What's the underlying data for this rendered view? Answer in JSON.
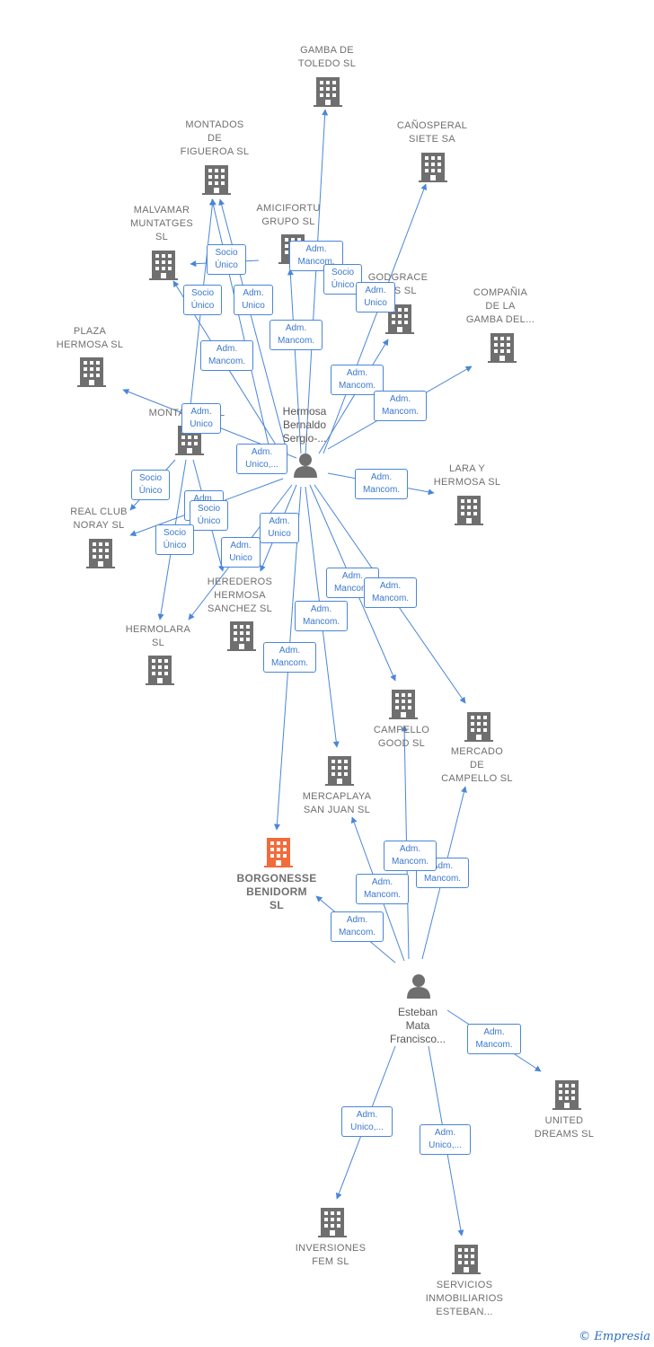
{
  "colors": {
    "edge": "#4a86d8",
    "building": "#6f6f6f",
    "main_building": "#f26b3a",
    "person": "#6f6f6f"
  },
  "companies": [
    {
      "id": "gamba_toledo",
      "label": "GAMBA DE\nTOLEDO SL"
    },
    {
      "id": "montados",
      "label": "MONTADOS\nDE\nFIGUEROA SL"
    },
    {
      "id": "canosperal",
      "label": "CAÑOSPERAL\nSIETE SA"
    },
    {
      "id": "malvamar",
      "label": "MALVAMAR\nMUNTATGES\nSL"
    },
    {
      "id": "amicifortu",
      "label": "AMICIFORTU\nGRUPO  SL"
    },
    {
      "id": "godgrace",
      "label": "GODGRACE\nGAS  SL"
    },
    {
      "id": "compania",
      "label": "COMPAÑIA\nDE LA\nGAMBA DEL..."
    },
    {
      "id": "plaza",
      "label": "PLAZA\nHERMOSA SL"
    },
    {
      "id": "montapr",
      "label": "MONTAPR    S SL"
    },
    {
      "id": "lara",
      "label": "LARA Y\nHERMOSA SL"
    },
    {
      "id": "realclub",
      "label": "REAL CLUB\nNORAY  SL"
    },
    {
      "id": "herederos",
      "label": "HEREDEROS\nHERMOSA\nSANCHEZ  SL"
    },
    {
      "id": "hermolara",
      "label": "HERMOLARA\nSL"
    },
    {
      "id": "campello_good",
      "label": "CAMPELLO\nGOOD  SL"
    },
    {
      "id": "mercado",
      "label": "MERCADO\nDE\nCAMPELLO  SL"
    },
    {
      "id": "mercaplaya",
      "label": "MERCAPLAYA\nSAN JUAN  SL"
    },
    {
      "id": "borgonesse",
      "label": "BORGONESSE\nBENIDORM\nSL",
      "main": true
    },
    {
      "id": "united",
      "label": "UNITED\nDREAMS  SL"
    },
    {
      "id": "inversiones",
      "label": "INVERSIONES\nFEM  SL"
    },
    {
      "id": "servicios",
      "label": "SERVICIOS\nINMOBILIARIOS\nESTEBAN..."
    }
  ],
  "persons": [
    {
      "id": "hermosa",
      "label": "Hermosa\nBernaldo\nSergio-..."
    },
    {
      "id": "esteban",
      "label": "Esteban\nMata\nFrancisco..."
    }
  ],
  "edge_labels": [
    {
      "id": "e1",
      "text": "Socio\nÚnico"
    },
    {
      "id": "e2",
      "text": "Adm.\nMancom."
    },
    {
      "id": "e3",
      "text": "Socio\nÚnico"
    },
    {
      "id": "e4",
      "text": "Adm.\nUnico"
    },
    {
      "id": "e5",
      "text": "Socio\nÚnico"
    },
    {
      "id": "e6",
      "text": "Adm.\nUnico"
    },
    {
      "id": "e7",
      "text": "Adm.\nMancom."
    },
    {
      "id": "e8",
      "text": "Adm.\nMancom."
    },
    {
      "id": "e9",
      "text": "Adm.\nMancom."
    },
    {
      "id": "e10",
      "text": "Adm.\nMancom."
    },
    {
      "id": "e11",
      "text": "Adm.\nUnico"
    },
    {
      "id": "e12",
      "text": "Adm.\nUnico,..."
    },
    {
      "id": "e13",
      "text": "Adm.\nMancom."
    },
    {
      "id": "e14",
      "text": "Socio\nÚnico"
    },
    {
      "id": "e15",
      "text": "Adm.\nUnico"
    },
    {
      "id": "e16",
      "text": "Socio\nÚnico"
    },
    {
      "id": "e17",
      "text": "Adm.\nUnico"
    },
    {
      "id": "e18",
      "text": "Socio\nÚnico"
    },
    {
      "id": "e19",
      "text": "Adm.\nUnico"
    },
    {
      "id": "e20",
      "text": "Adm.\nMancom."
    },
    {
      "id": "e21",
      "text": "Adm.\nMancom."
    },
    {
      "id": "e22",
      "text": "Adm.\nMancom."
    },
    {
      "id": "e23",
      "text": "Adm.\nMancom."
    },
    {
      "id": "e24",
      "text": "Adm.\nMancom."
    },
    {
      "id": "e25",
      "text": "Adm.\nMancom."
    },
    {
      "id": "e26",
      "text": "Adm.\nMancom."
    },
    {
      "id": "e27",
      "text": "Adm.\nMancom."
    },
    {
      "id": "e28",
      "text": "Adm.\nMancom."
    },
    {
      "id": "e29",
      "text": "Adm.\nUnico,..."
    },
    {
      "id": "e30",
      "text": "Adm.\nUnico,..."
    }
  ],
  "footer": {
    "copyright": "©",
    "brand": "Empresia"
  }
}
